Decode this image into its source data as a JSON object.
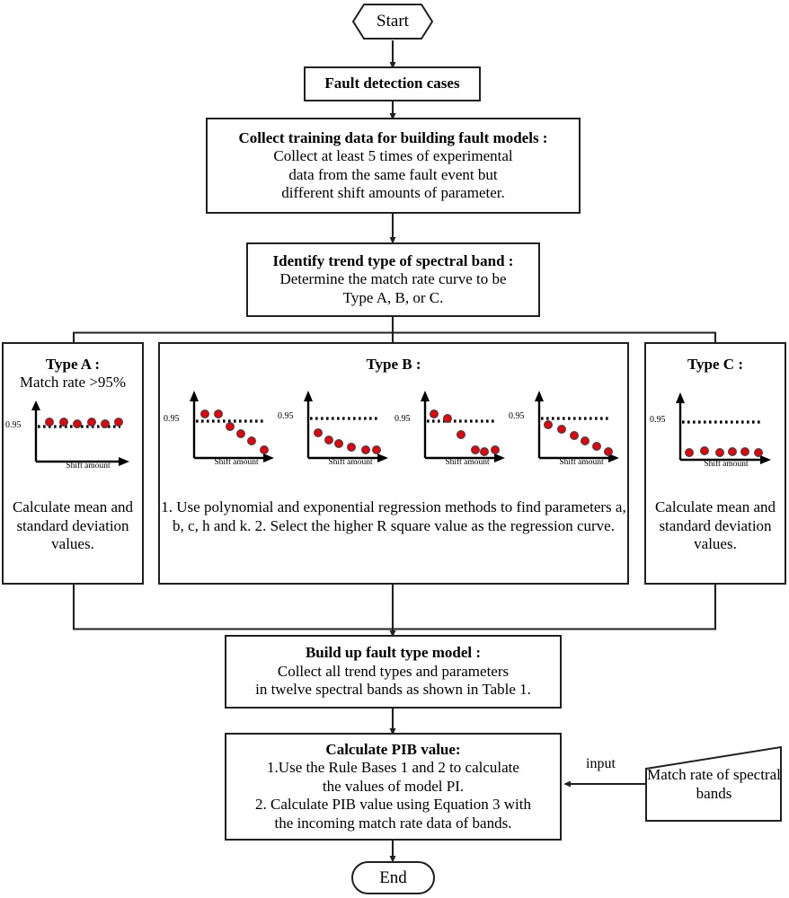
{
  "diagram": {
    "title": "Fault detection model building flowchart",
    "colors": {
      "line": "#231f20",
      "dot_fill": "#e8000d",
      "dot_stroke": "#3a3a3a",
      "background": "#ffffff"
    }
  },
  "nodes": {
    "start": {
      "label": "Start",
      "shape": "hexagon"
    },
    "fault_cases": {
      "title": "Fault detection cases",
      "shape": "process"
    },
    "collect_training": {
      "title": "Collect training data for building fault models :",
      "lines": [
        "Collect at least 5 times of experimental",
        "data from the same fault event but",
        "different shift amounts of parameter."
      ],
      "shape": "process"
    },
    "identify_trend": {
      "title": "Identify trend type of spectral band :",
      "lines": [
        "Determine the match rate curve to be",
        "Type A, B, or C."
      ],
      "shape": "process"
    },
    "build_model": {
      "title": "Build up fault type model :",
      "lines": [
        "Collect all trend types and parameters",
        "in twelve spectral bands as shown in Table 1."
      ],
      "shape": "process"
    },
    "calc_pib": {
      "title": "Calculate PIB value:",
      "lines": [
        "1.Use the Rule Bases 1 and 2 to calculate",
        "the values of model PI.",
        "2. Calculate PIB value using Equation 3 with",
        "the incoming match rate data of bands."
      ],
      "shape": "process"
    },
    "input_match_rate": {
      "lines": [
        "Match rate of",
        "spectral bands"
      ],
      "shape": "trapezoid-input"
    },
    "end": {
      "label": "End",
      "shape": "stadium"
    }
  },
  "edge_labels": {
    "input": "input"
  },
  "branches": {
    "type_a": {
      "heading": "Type A :",
      "subheading": "Match rate >95%",
      "footer_lines": [
        "Calculate mean",
        "and standard",
        "deviation values."
      ]
    },
    "type_b": {
      "heading": "Type B :",
      "footer_lines": [
        "1. Use polynomial and exponential regression methods to find",
        "parameters a, b, c, h and k.",
        "2. Select the higher R square value as the regression curve."
      ]
    },
    "type_c": {
      "heading": "Type C :",
      "footer_lines": [
        "Calculate mean",
        "and standard",
        "deviation values."
      ]
    }
  },
  "chart_data": [
    {
      "id": "type-a-chart",
      "type": "scatter",
      "title": "Type A match rate curve",
      "xlabel": "Shift amount",
      "ytick_label": "0.95",
      "threshold": 0.95,
      "threshold_style": "dotted",
      "x": [
        1,
        2,
        3,
        4,
        5,
        6
      ],
      "values": [
        0.968,
        0.968,
        0.962,
        0.968,
        0.962,
        0.968
      ],
      "ylim": [
        0.8,
        1.02
      ],
      "grid": false,
      "legend": "none"
    },
    {
      "id": "type-b-chart-1",
      "type": "scatter",
      "title": "Type B curve 1 (two points above threshold then linear decay)",
      "xlabel": "Shift amount",
      "ytick_label": "0.95",
      "threshold": 0.95,
      "threshold_style": "dotted",
      "x": [
        1,
        2,
        3,
        4,
        5,
        6
      ],
      "values": [
        0.963,
        0.963,
        0.93,
        0.912,
        0.892,
        0.862
      ],
      "ylim": [
        0.8,
        1.02
      ],
      "grid": false,
      "legend": "none"
    },
    {
      "id": "type-b-chart-2",
      "type": "scatter",
      "title": "Type B curve 2 (exponential decay below threshold)",
      "xlabel": "Shift amount",
      "ytick_label": "0.95",
      "threshold": 0.95,
      "threshold_style": "dotted",
      "x": [
        1,
        2,
        3,
        4,
        5,
        6
      ],
      "values": [
        0.918,
        0.9,
        0.89,
        0.878,
        0.868,
        0.868
      ],
      "ylim": [
        0.8,
        1.02
      ],
      "grid": false,
      "legend": "none"
    },
    {
      "id": "type-b-chart-3",
      "type": "scatter",
      "title": "Type B curve 3 (two points at threshold then step down)",
      "xlabel": "Shift amount",
      "ytick_label": "0.95",
      "threshold": 0.95,
      "threshold_style": "dotted",
      "x": [
        1,
        2,
        3,
        4,
        5,
        6
      ],
      "values": [
        0.965,
        0.955,
        0.915,
        0.872,
        0.868,
        0.872
      ],
      "ylim": [
        0.8,
        1.02
      ],
      "grid": false,
      "legend": "none"
    },
    {
      "id": "type-b-chart-4",
      "type": "scatter",
      "title": "Type B curve 4 (gradual linear decay below threshold)",
      "xlabel": "Shift amount",
      "ytick_label": "0.95",
      "threshold": 0.95,
      "threshold_style": "dotted",
      "x": [
        1,
        2,
        3,
        4,
        5,
        6
      ],
      "values": [
        0.94,
        0.932,
        0.915,
        0.902,
        0.888,
        0.875
      ],
      "ylim": [
        0.8,
        1.02
      ],
      "grid": false,
      "legend": "none"
    },
    {
      "id": "type-c-chart",
      "type": "scatter",
      "title": "Type C match rate curve (all far below threshold)",
      "xlabel": "Shift amount",
      "ytick_label": "0.95",
      "threshold": 0.95,
      "threshold_style": "dotted",
      "x": [
        1,
        2,
        3,
        4,
        5,
        6
      ],
      "values": [
        0.812,
        0.818,
        0.812,
        0.816,
        0.816,
        0.812
      ],
      "ylim": [
        0.8,
        1.02
      ],
      "grid": false,
      "legend": "none"
    }
  ]
}
